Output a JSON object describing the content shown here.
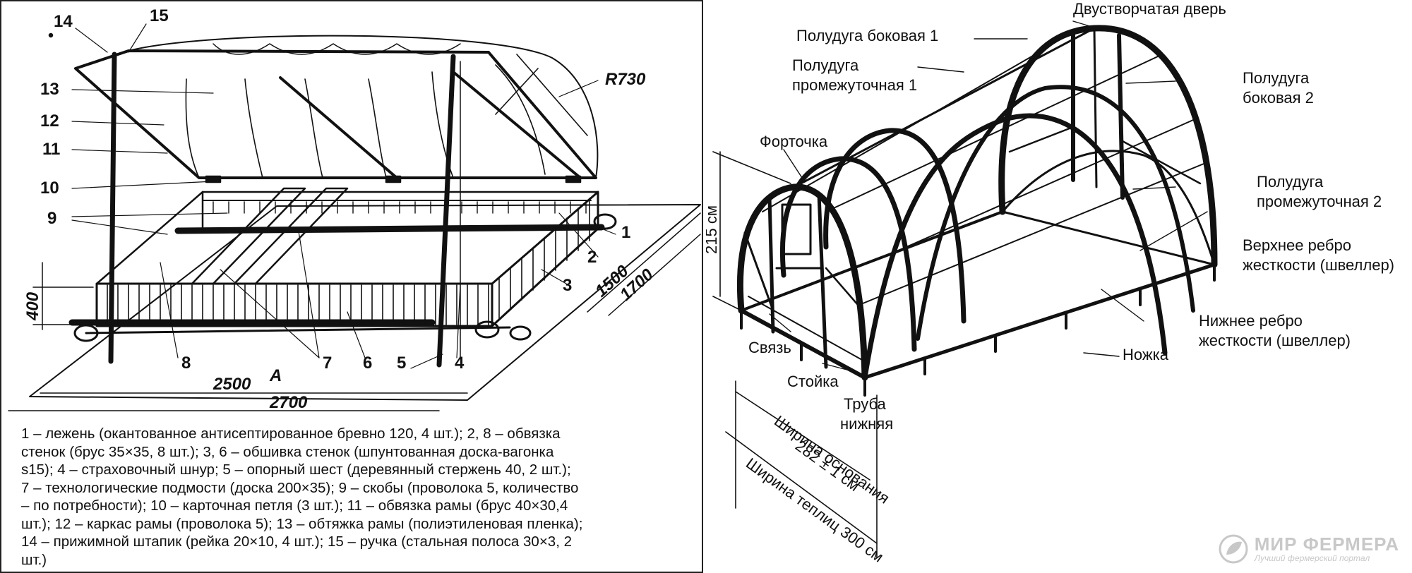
{
  "left_diagram": {
    "callouts": [
      "14",
      "15",
      "13",
      "12",
      "11",
      "10",
      "9",
      "1",
      "2",
      "3",
      "8",
      "7",
      "6",
      "5",
      "4"
    ],
    "radius_label": "R730",
    "dim_height": "400",
    "dim_width_inner": "1500",
    "dim_width_outer": "1700",
    "dim_length_inner": "2500",
    "dim_length_outer": "2700",
    "section_mark": "A"
  },
  "legend_lines": [
    "1 – лежень (окантованное антисептированное бревно 120, 4 шт.); 2, 8 – обвязка",
    "стенок (брус 35×35, 8 шт.); 3, 6 – обшивка стенок (шпунтованная доска-вагонка",
    "s15); 4 – страховочный шнур; 5 – опорный шест (деревянный стержень 40, 2 шт.);",
    "7 – технологические подмости (доска 200×35); 9 – скобы (проволока 5, количество",
    "– по потребности); 10 – карточная петля (3 шт.); 11 – обвязка рамы (брус 40×30,4",
    "шт.); 12 – каркас рамы (проволока 5); 13 – обтяжка рамы (полиэтиленовая пленка);",
    "14 – прижимной штапик (рейка 20×10, 4 шт.); 15 – ручка (стальная полоса 30×3, 2",
    "шт.)"
  ],
  "right_diagram": {
    "labels": {
      "door": "Двустворчатая дверь",
      "half_arc_side_1": "Полудуга боковая 1",
      "half_arc_mid_1_a": "Полудуга",
      "half_arc_mid_1_b": "промежуточная 1",
      "half_arc_side_2_a": "Полудуга",
      "half_arc_side_2_b": "боковая 2",
      "vent": "Форточка",
      "half_arc_mid_2_a": "Полудуга",
      "half_arc_mid_2_b": "промежуточная 2",
      "top_rib_a": "Верхнее ребро",
      "top_rib_b": "жесткости (швеллер)",
      "bottom_rib_a": "Нижнее ребро",
      "bottom_rib_b": "жесткости (швеллер)",
      "tie": "Связь",
      "leg": "Ножка",
      "post": "Стойка",
      "pipe_a": "Труба",
      "pipe_b": "нижняя",
      "height": "215 см",
      "base_width_a": "Ширина основания",
      "base_width_b": "282 ± 1 см",
      "greenhouse_width": "Ширина теплиц 300 см"
    },
    "logo_main": "МИР ФЕРМЕРА",
    "logo_sub": "Лучший фермерский портал"
  }
}
